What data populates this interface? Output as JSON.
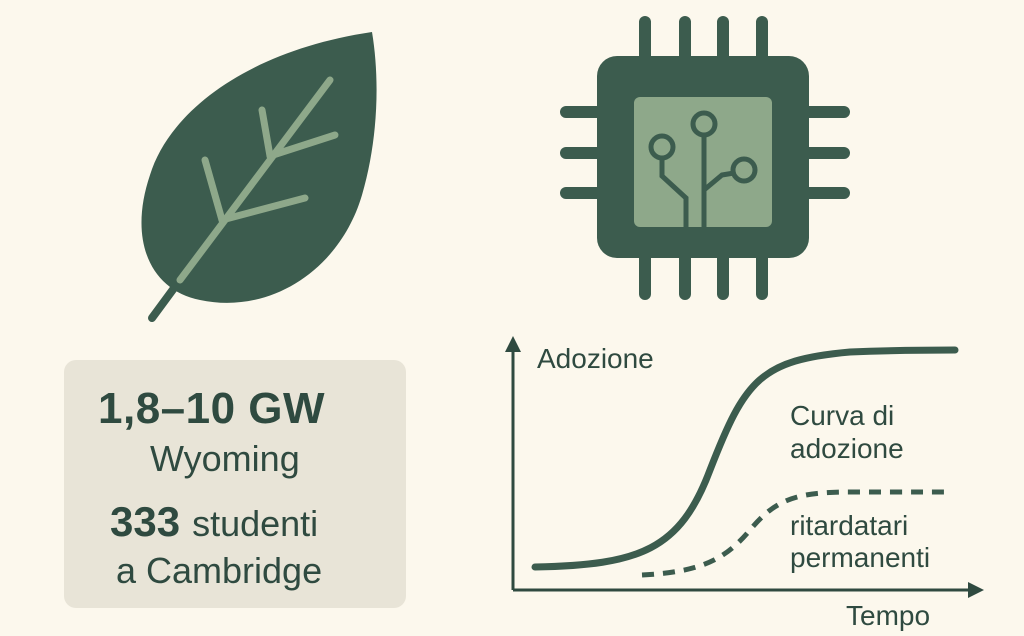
{
  "colors": {
    "background": "#fcf8ed",
    "dark_green": "#3c5c4e",
    "light_green": "#8ea88a",
    "card": "#e8e4d7",
    "text": "#2f4a40"
  },
  "icons": {
    "leaf": "leaf-icon",
    "chip": "microchip-icon"
  },
  "stats": {
    "power_range": "1,8–10 GW",
    "location": "Wyoming",
    "students_number": "333",
    "students_word": "studenti",
    "students_place": "a Cambridge"
  },
  "chart_data": {
    "type": "line",
    "xlabel": "Tempo",
    "ylabel": "Adozione",
    "series": [
      {
        "name": "Curva di adozione",
        "style": "solid"
      },
      {
        "name": "ritardatari permanenti",
        "style": "dashed"
      }
    ],
    "labels": {
      "curve_line1": "Curva di",
      "curve_line2": "adozione",
      "late_line1": "ritardatari",
      "late_line2": "permanenti"
    }
  }
}
